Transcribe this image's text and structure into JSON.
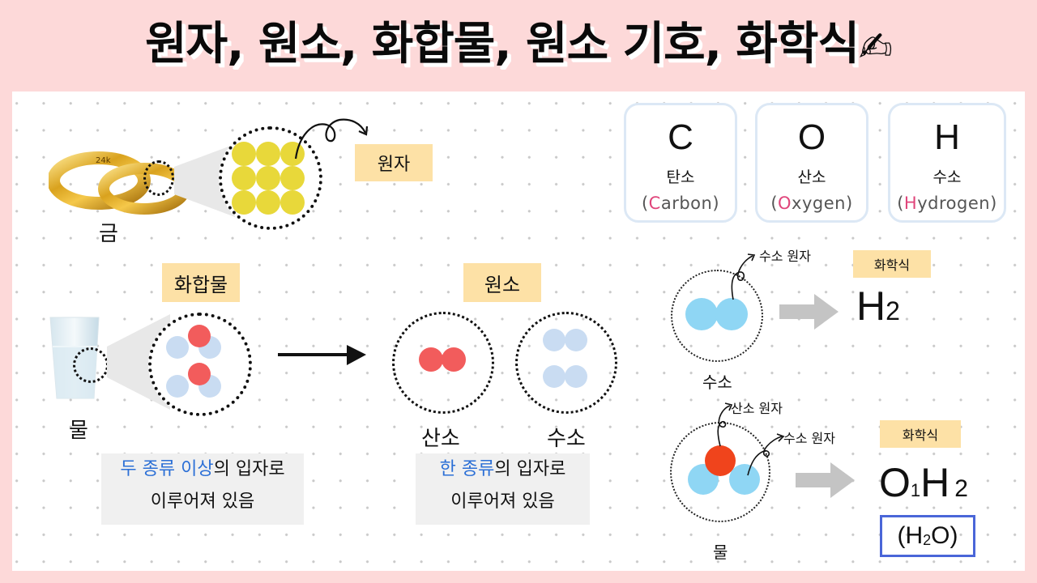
{
  "title": {
    "text": "원자, 원소, 화합물, 원소 기호, 화학식",
    "icon": "writing-hand-icon",
    "icon_glyph": "✍"
  },
  "colors": {
    "background": "#fdd9d9",
    "panel": "#ffffff",
    "label_box": "#fde1a6",
    "desc_box": "#f0f0f0",
    "gold_atom": "#e8d83a",
    "red_atom": "#f25c5c",
    "light_blue_atom": "#c9dcf2",
    "sky_blue_atom": "#8fd6f4",
    "orange_red_atom": "#f0441c",
    "highlight_blue": "#2b6fd6",
    "highlight_pink": "#e0457b",
    "formula_border": "#4a66d8",
    "arrow_gray": "#c4c4c4"
  },
  "atom_section": {
    "object_label": "금",
    "object_icon": "gold-rings-icon",
    "ring_engraving": "24k",
    "tag": "원자"
  },
  "compound_section": {
    "tag": "화합물",
    "object_label": "물",
    "object_icon": "water-glass-icon",
    "description": {
      "highlight": "두 종류 이상",
      "rest_line1": "의 입자로",
      "line2": "이루어져 있음"
    }
  },
  "element_section": {
    "tag": "원소",
    "items": [
      {
        "label": "산소"
      },
      {
        "label": "수소"
      }
    ],
    "description": {
      "highlight": "한 종류",
      "rest_line1": "의 입자로",
      "line2": "이루어져 있음"
    }
  },
  "element_cards": [
    {
      "symbol": "C",
      "korean": "탄소",
      "open": "(",
      "initial": "C",
      "rest": "arbon",
      "close": ")"
    },
    {
      "symbol": "O",
      "korean": "산소",
      "open": "(",
      "initial": "O",
      "rest": "xygen",
      "close": ")"
    },
    {
      "symbol": "H",
      "korean": "수소",
      "open": "(",
      "initial": "H",
      "rest": "ydrogen",
      "close": ")"
    }
  ],
  "hydrogen_example": {
    "pointer_label": "수소 원자",
    "tag": "화학식",
    "formula_symbol": "H",
    "formula_sub": "2",
    "molecule_label": "수소"
  },
  "water_example": {
    "pointer_oxygen": "산소 원자",
    "pointer_hydrogen": "수소 원자",
    "tag": "화학식",
    "formula": {
      "s1": "O",
      "n1": "1",
      "s2": "H",
      "n2": "2"
    },
    "simplified": {
      "open": "(H",
      "sub": "2",
      "close": "O)"
    },
    "molecule_label": "물"
  }
}
